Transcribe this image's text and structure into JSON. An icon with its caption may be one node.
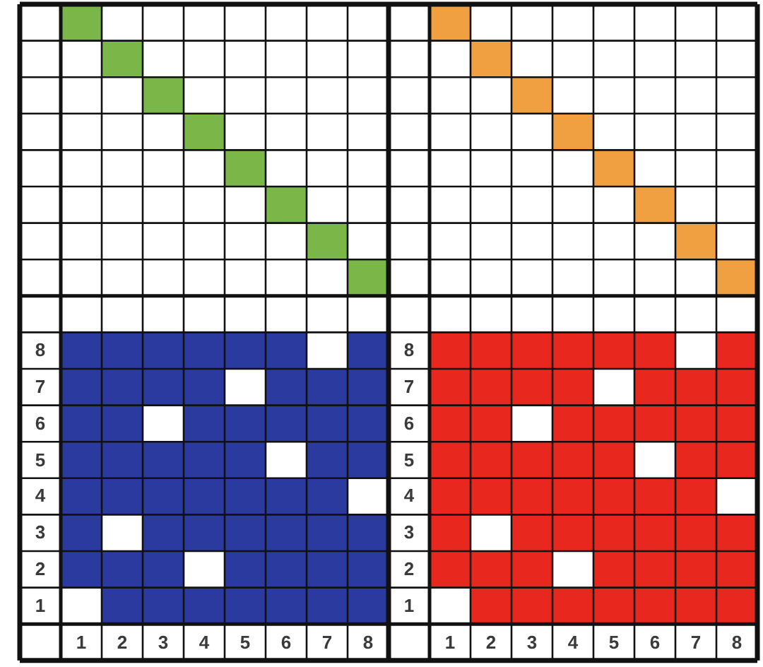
{
  "diagram": {
    "labels": [
      "8",
      "8",
      "7",
      "7",
      "6",
      "6",
      "5",
      "5",
      "4",
      "4",
      "3",
      "3",
      "2",
      "2",
      "1",
      "1",
      "1",
      "2",
      "3",
      "4",
      "5",
      "6",
      "7",
      "8",
      "1",
      "2",
      "3",
      "4",
      "5",
      "6",
      "7",
      "8"
    ]
  }
}
